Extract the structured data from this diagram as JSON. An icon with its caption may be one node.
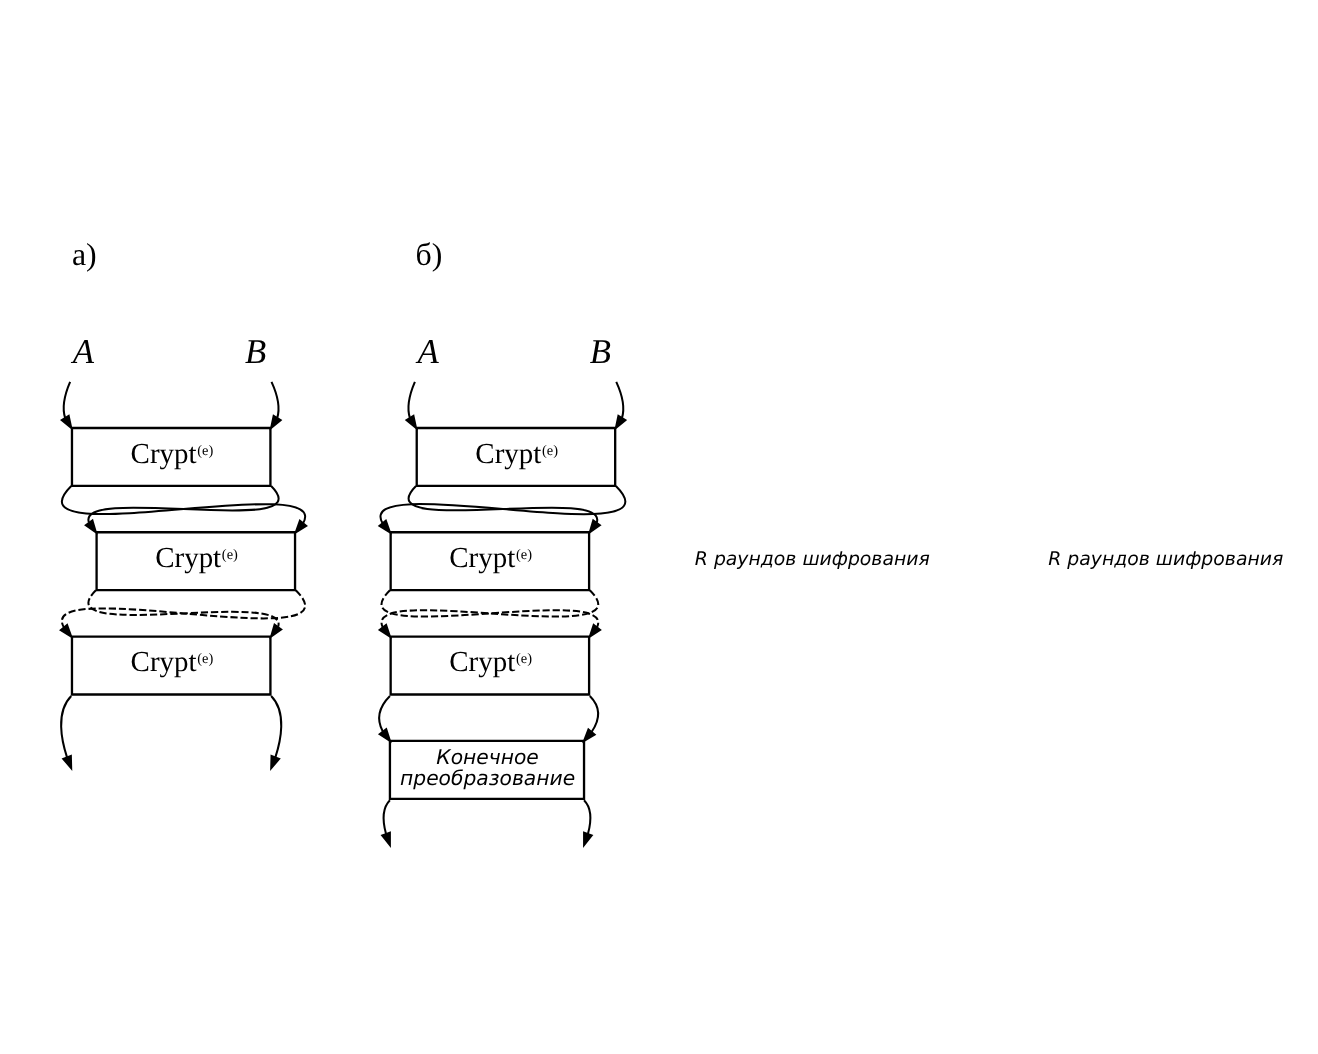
{
  "diagram": {
    "nodes": [
      {
        "text": [
          "A"
        ]
      },
      {
        "text": [
          "B"
        ]
      },
      {
        "text": [
          "Crypt$^{(e)}$"
        ]
      },
      {
        "text": [
          "Crypt$^{(e)}$"
        ]
      },
      {
        "text": [
          "Crypt$^{(e)}$"
        ]
      },
      {
        "text": [
          "A"
        ]
      },
      {
        "text": [
          "B"
        ]
      },
      {
        "text": [
          "Crypt$^{(e)}$"
        ]
      },
      {
        "text": [
          "Crypt$^{(e)}$"
        ]
      },
      {
        "text": [
          "Crypt$^{(e)}$"
        ]
      },
      {
        "text": [
          "Конечное преобразование"
        ]
      }
    ],
    "edges": [
      {
        "from": 0,
        "to": 2,
        "arrow": "to"
      },
      {
        "from": 1,
        "to": 2,
        "arrow": "to"
      },
      {
        "from": 2,
        "to": 3,
        "arrow": "to"
      },
      {
        "from": 2,
        "to": 3,
        "arrow": "to"
      },
      {
        "from": 3,
        "to": 4,
        "arrow": "to",
        "style": "dashed"
      },
      {
        "from": 3,
        "to": 4,
        "arrow": "to",
        "style": "dashed"
      },
      {
        "from": 4,
        "to": null,
        "arrow": "to"
      },
      {
        "from": 4,
        "to": null,
        "arrow": "to"
      },
      {
        "from": 5,
        "to": 7,
        "arrow": "to"
      },
      {
        "from": 6,
        "to": 7,
        "arrow": "to"
      },
      {
        "from": 7,
        "to": 8,
        "arrow": "to"
      },
      {
        "from": 7,
        "to": 8,
        "arrow": "to"
      },
      {
        "from": 8,
        "to": 9,
        "arrow": "to",
        "style": "dashed"
      },
      {
        "from": 8,
        "to": 9,
        "arrow": "to",
        "style": "dashed"
      },
      {
        "from": 9,
        "to": 10,
        "arrow": "to"
      },
      {
        "from": 9,
        "to": 10,
        "arrow": "to"
      },
      {
        "from": 10,
        "to": null,
        "arrow": "to"
      },
      {
        "from": 10,
        "to": null,
        "arrow": "to"
      }
    ],
    "labels": [
      "а)",
      "б)",
      "R раундов шифрования",
      "R раундов шифрования"
    ]
  }
}
